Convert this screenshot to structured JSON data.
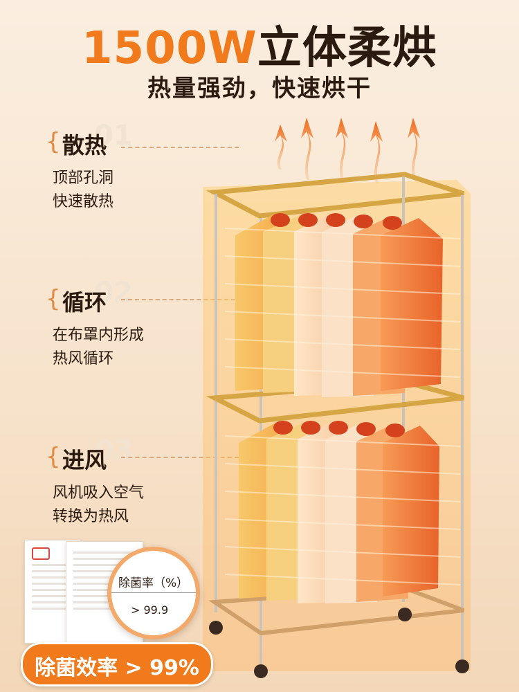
{
  "header": {
    "title_highlight": "1500W",
    "title_rest": "立体柔烘",
    "subtitle": "热量强劲，快速烘干"
  },
  "features": [
    {
      "num": "01",
      "name": "散热",
      "desc": "顶部孔洞\n快速散热"
    },
    {
      "num": "02",
      "name": "循环",
      "desc": "在布罩内形成\n热风循环"
    },
    {
      "num": "03",
      "name": "进风",
      "desc": "风机吸入空气\n转换为热风"
    }
  ],
  "certificate": {
    "magnifier_label": "除菌率（%）",
    "magnifier_value": "> 99.9"
  },
  "badge": {
    "text": "除菌效率 > 99%"
  },
  "colors": {
    "accent": "#f07a1c",
    "text": "#2b1a10",
    "frame": "#d6a645"
  }
}
